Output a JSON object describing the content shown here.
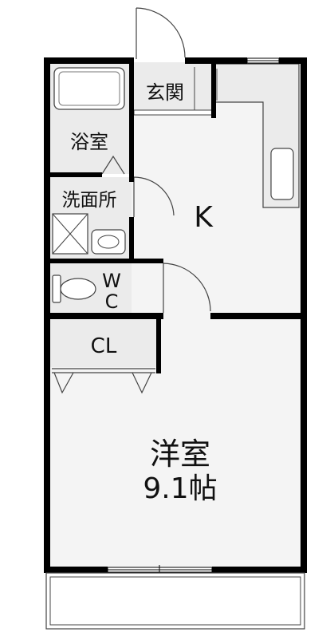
{
  "rooms": {
    "entrance": "玄関",
    "bath": "浴室",
    "washroom": "洗面所",
    "kitchen": "K",
    "wc_top": "W",
    "wc_bottom": "C",
    "closet": "CL",
    "western_room": "洋室",
    "western_room_size": "9.1帖"
  },
  "colors": {
    "wall": "#000000",
    "floor_wet": "#ebebeb",
    "floor_dry": "#f2f2f2",
    "line": "#444444"
  }
}
